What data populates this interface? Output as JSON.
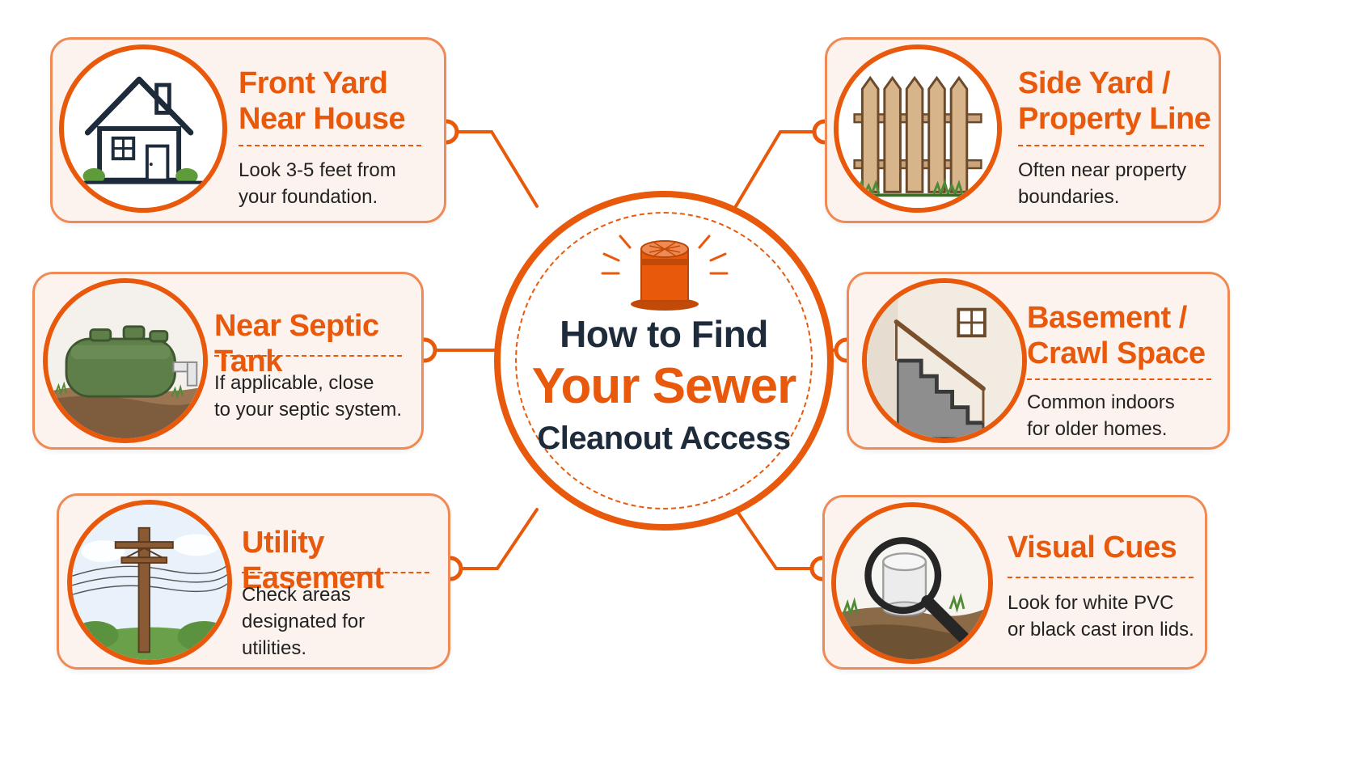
{
  "center": {
    "line1": "How to Find",
    "line2": "Your Sewer",
    "line3": "Cleanout Access"
  },
  "cards": [
    {
      "title_line1": "Front Yard",
      "title_line2": "Near House",
      "desc_line1": "Look 3-5 feet from",
      "desc_line2": "your foundation.",
      "icon": "house-icon"
    },
    {
      "title_line1": "Near Septic Tank",
      "desc_line1": "If applicable, close",
      "desc_line2": "to your septic system.",
      "icon": "septic-tank-icon"
    },
    {
      "title_line1": "Utility Easement",
      "desc_line1": "Check areas",
      "desc_line2": "designated for",
      "desc_line3": "utilities.",
      "icon": "utility-pole-icon"
    },
    {
      "title_line1": "Side Yard /",
      "title_line2": "Property Line",
      "desc_line1": "Often near property",
      "desc_line2": "boundaries.",
      "icon": "fence-icon"
    },
    {
      "title_line1": "Basement /",
      "title_line2": "Crawl Space",
      "desc_line1": "Common indoors",
      "desc_line2": "for older homes.",
      "icon": "basement-stairs-icon"
    },
    {
      "title_line1": "Visual Cues",
      "desc_line1": "Look for white PVC",
      "desc_line2": "or black cast iron lids.",
      "icon": "magnifying-glass-icon"
    }
  ],
  "colors": {
    "accent": "#e8590c",
    "card_border": "#f08a55",
    "card_background": "#fdf3ee",
    "heading_dark": "#1d2b3a",
    "text": "#222222"
  }
}
